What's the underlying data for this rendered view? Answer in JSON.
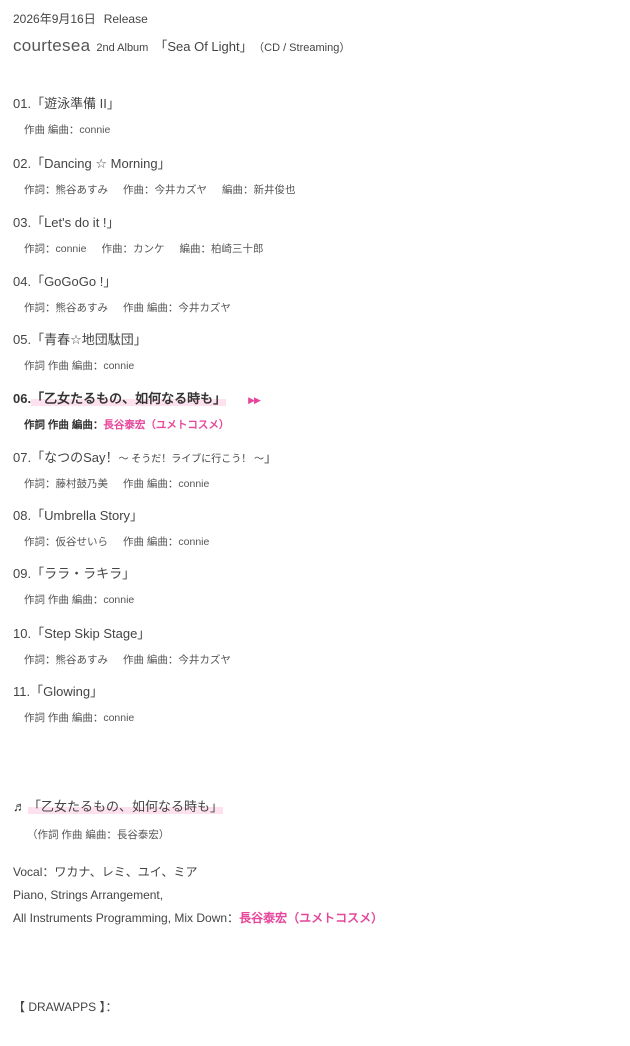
{
  "release": {
    "date": "2026年9月16日",
    "label": "Release"
  },
  "album": {
    "artist": "courtesea",
    "type": "2nd Album",
    "title": "「Sea Of Light」",
    "format": "（CD / Streaming）"
  },
  "tracks": [
    {
      "title": "01.「遊泳準備 II」",
      "credits": [
        "作曲 編曲：connie"
      ]
    },
    {
      "title": "02.「Dancing ☆ Morning」",
      "credits": [
        "作詞：熊谷あすみ",
        "作曲：今井カズヤ",
        "編曲：新井俊也"
      ]
    },
    {
      "title": "03.「Let's do it !」",
      "credits": [
        "作詞：connie",
        "作曲：カンケ",
        "編曲：柏崎三十郎"
      ]
    },
    {
      "title": "04.「GoGoGo !」",
      "credits": [
        "作詞：熊谷あすみ",
        "作曲 編曲：今井カズヤ"
      ]
    },
    {
      "title": "05.「青春☆地団駄団」",
      "credits": [
        "作詞 作曲 編曲：connie"
      ]
    },
    {
      "title_prefix": "06.",
      "title_name": "「乙女たるもの、如何なる時も」",
      "play": "▶▶",
      "credit_prefix": "作詞 作曲 編曲：",
      "credit_name": "長谷泰宏（ユメトコスメ）"
    },
    {
      "title": "07.「なつのSay！",
      "title_small": "～ そうだ！ライブに行こう！ ～",
      "title_end": "」",
      "credits": [
        "作詞：藤村鼓乃美",
        "作曲 編曲：connie"
      ]
    },
    {
      "title": "08.「Umbrella Story」",
      "credits": [
        "作詞：仮谷せいら",
        "作曲 編曲：connie"
      ]
    },
    {
      "title": "09.「ララ・ラキラ」",
      "credits": [
        "作詞 作曲 編曲：connie"
      ]
    },
    {
      "title": "10.「Step Skip Stage」",
      "credits": [
        "作詞：熊谷あすみ",
        "作曲 編曲：今井カズヤ"
      ]
    },
    {
      "title": "11.「Glowing」",
      "credits": [
        "作詞 作曲 編曲：connie"
      ]
    }
  ],
  "feature": {
    "icon": "music-note-icon",
    "glyph": "♬",
    "title": "「乙女たるもの、如何なる時も」",
    "credit": "（作詞 作曲 編曲：長谷泰宏）"
  },
  "staff": {
    "vocal": "Vocal：ワカナ、レミ、ユイ、ミア",
    "piano": "Piano, Strings Arrangement,",
    "instruments_prefix": "All Instruments Programming, Mix Down：",
    "instruments_name": "長谷泰宏（ユメトコスメ）"
  },
  "drawapps": "【 DRAWAPPS 】：",
  "colors": {
    "accent": "#e6479b",
    "highlight": "#fde1ee",
    "text": "#555555"
  }
}
